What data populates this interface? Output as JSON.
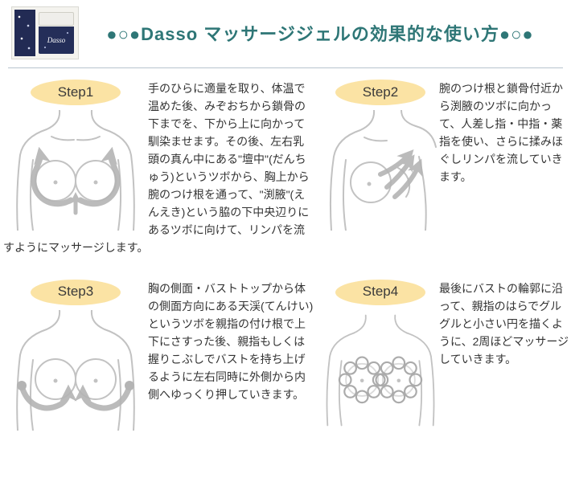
{
  "header": {
    "title": "●○●Dasso マッサージジェルの効果的な使い方●○●",
    "product_label": "Dasso"
  },
  "colors": {
    "title_teal": "#2e7676",
    "badge_bg": "#fbe3a4",
    "body_text": "#333333",
    "line_art": "#c2c2c2",
    "arrow_gray": "#b4b4b4"
  },
  "steps": [
    {
      "badge": "Step1",
      "text": "手のひらに適量を取り、体温で温めた後、みぞおちから鎖骨の下までを、下から上に向かって馴染ませます。その後、左右乳頭の真ん中にある\"壇中\"(だんちゅう)というツボから、胸上から腕のつけ根を通って、\"渕腋\"(えんえき)という脇の下中央辺りにあるツボに向けて、リンパを流すようにマッサージします。"
    },
    {
      "badge": "Step2",
      "text": "腕のつけ根と鎖骨付近から渕腋のツボに向かって、人差し指・中指・薬指を使い、さらに揉みほぐしリンパを流していきます。"
    },
    {
      "badge": "Step3",
      "text": "胸の側面・バストトップから体の側面方向にある天渓(てんけい)というツボを親指の付け根で上下にさすった後、親指もしくは握りこぶしでバストを持ち上げるように左右同時に外側から内側へゆっくり押していきます。"
    },
    {
      "badge": "Step4",
      "text": "最後にバストの輪郭に沿って、親指のはらでグルグルと小さい円を描くように、2周ほどマッサージしていきます。"
    }
  ]
}
